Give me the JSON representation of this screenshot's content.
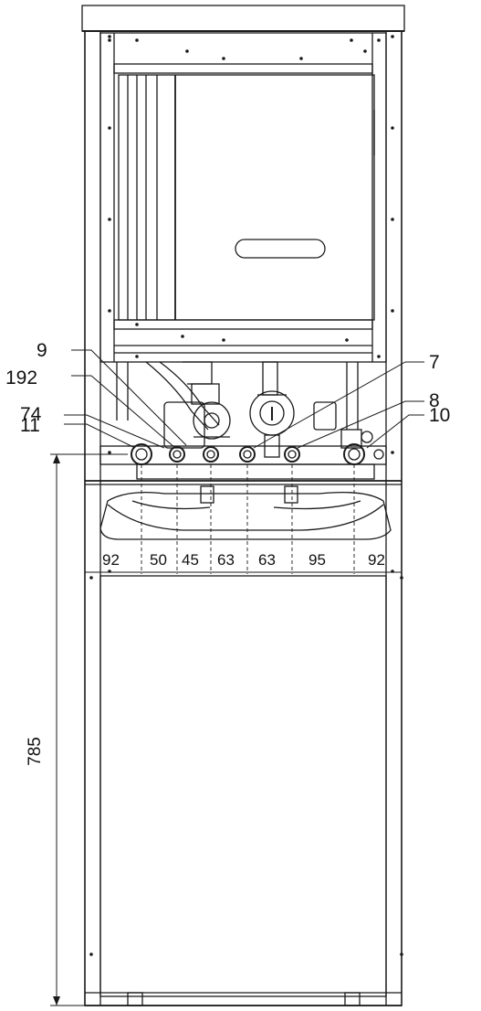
{
  "callouts": {
    "c9": "9",
    "c192": "192",
    "c74": "74",
    "c11": "11",
    "c7": "7",
    "c8": "8",
    "c10": "10"
  },
  "dimensions": {
    "horizontal": [
      "92",
      "50",
      "45",
      "63",
      "63",
      "95",
      "92"
    ],
    "vertical": "785"
  },
  "colors": {
    "line": "#1a1a1a",
    "fill": "#ffffff",
    "shade": "#e6e6e6"
  }
}
